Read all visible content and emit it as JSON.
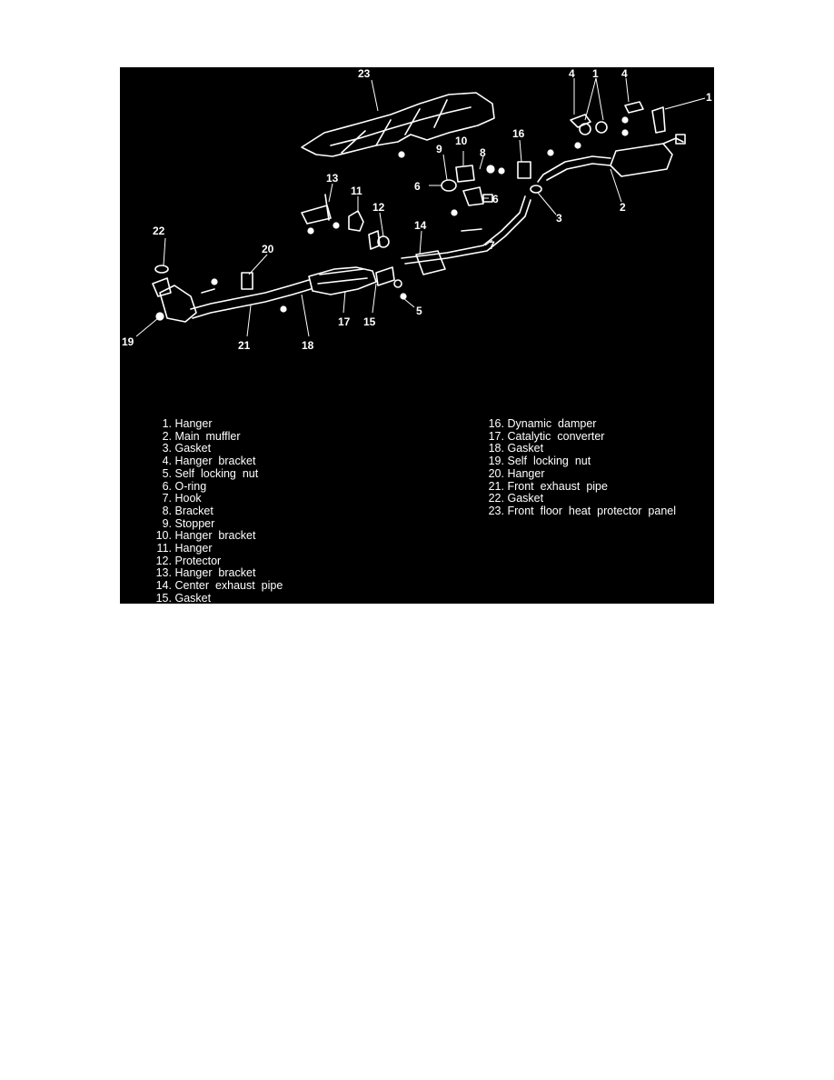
{
  "diagram": {
    "callouts": [
      {
        "id": "c23",
        "label": "23"
      },
      {
        "id": "c4a",
        "label": "4"
      },
      {
        "id": "c1a",
        "label": "1"
      },
      {
        "id": "c4b",
        "label": "4"
      },
      {
        "id": "c1b",
        "label": "1"
      },
      {
        "id": "c16",
        "label": "16"
      },
      {
        "id": "c10",
        "label": "10"
      },
      {
        "id": "c9",
        "label": "9"
      },
      {
        "id": "c8",
        "label": "8"
      },
      {
        "id": "c13",
        "label": "13"
      },
      {
        "id": "c11",
        "label": "11"
      },
      {
        "id": "c6a",
        "label": "6"
      },
      {
        "id": "c6b",
        "label": "6"
      },
      {
        "id": "c2",
        "label": "2"
      },
      {
        "id": "c3",
        "label": "3"
      },
      {
        "id": "c12",
        "label": "12"
      },
      {
        "id": "c14",
        "label": "14"
      },
      {
        "id": "c7",
        "label": "7"
      },
      {
        "id": "c22",
        "label": "22"
      },
      {
        "id": "c20",
        "label": "20"
      },
      {
        "id": "c5",
        "label": "5"
      },
      {
        "id": "c17",
        "label": "17"
      },
      {
        "id": "c15",
        "label": "15"
      },
      {
        "id": "c19",
        "label": "19"
      },
      {
        "id": "c21",
        "label": "21"
      },
      {
        "id": "c18",
        "label": "18"
      }
    ]
  },
  "legend": {
    "left": [
      {
        "num": "1.",
        "text": "Hanger"
      },
      {
        "num": "2.",
        "text": "Main  muffler"
      },
      {
        "num": "3.",
        "text": "Gasket"
      },
      {
        "num": "4.",
        "text": "Hanger  bracket"
      },
      {
        "num": "5.",
        "text": "Self  locking  nut"
      },
      {
        "num": "6.",
        "text": "O-ring"
      },
      {
        "num": "7.",
        "text": "Hook"
      },
      {
        "num": "8.",
        "text": "Bracket"
      },
      {
        "num": "9.",
        "text": "Stopper"
      },
      {
        "num": "10.",
        "text": "Hanger  bracket"
      },
      {
        "num": "11.",
        "text": "Hanger"
      },
      {
        "num": "12.",
        "text": "Protector"
      },
      {
        "num": "13.",
        "text": "Hanger  bracket"
      },
      {
        "num": "14.",
        "text": "Center  exhaust  pipe"
      },
      {
        "num": "15.",
        "text": "Gasket"
      }
    ],
    "right": [
      {
        "num": "16.",
        "text": "Dynamic  damper"
      },
      {
        "num": "17.",
        "text": "Catalytic  converter"
      },
      {
        "num": "18.",
        "text": "Gasket"
      },
      {
        "num": "19.",
        "text": "Self  locking  nut"
      },
      {
        "num": "20.",
        "text": "Hanger"
      },
      {
        "num": "21.",
        "text": "Front  exhaust  pipe"
      },
      {
        "num": "22.",
        "text": "Gasket"
      },
      {
        "num": "23.",
        "text": "Front  floor  heat  protector  panel"
      }
    ]
  }
}
